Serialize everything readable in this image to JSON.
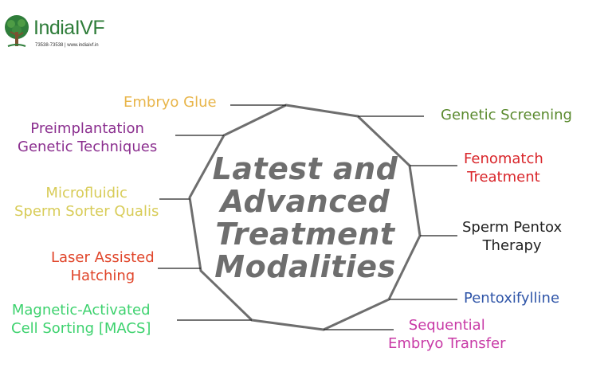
{
  "logo": {
    "name": "IndiaIVF",
    "contact": "73538-73538 | www.indiaivf.in"
  },
  "center": {
    "lines": [
      "Latest and",
      "Advanced",
      "Treatment",
      "Modalities"
    ],
    "color": "#6e6e6e"
  },
  "left_labels": [
    {
      "lines": [
        "Embryo Glue"
      ],
      "color": "#e8b54a"
    },
    {
      "lines": [
        "Preimplantation",
        "Genetic Techniques"
      ],
      "color": "#8b2f8f"
    },
    {
      "lines": [
        "Microfluidic",
        "Sperm Sorter Qualis"
      ],
      "color": "#d8cc58"
    },
    {
      "lines": [
        "Laser Assisted",
        "Hatching"
      ],
      "color": "#e0452a"
    },
    {
      "lines": [
        "Magnetic-Activated",
        "Cell Sorting [MACS]"
      ],
      "color": "#3dd26e"
    }
  ],
  "right_labels": [
    {
      "lines": [
        "Genetic Screening"
      ],
      "color": "#5a8a2e"
    },
    {
      "lines": [
        "Fenomatch",
        "Treatment"
      ],
      "color": "#d9262b"
    },
    {
      "lines": [
        "Sperm Pentox",
        "Therapy"
      ],
      "color": "#222222"
    },
    {
      "lines": [
        "Pentoxifylline"
      ],
      "color": "#2f55a8"
    },
    {
      "lines": [
        "Sequential",
        "Embryo Transfer"
      ],
      "color": "#c83aa6"
    }
  ],
  "shape_stroke": "#6e6e6e"
}
